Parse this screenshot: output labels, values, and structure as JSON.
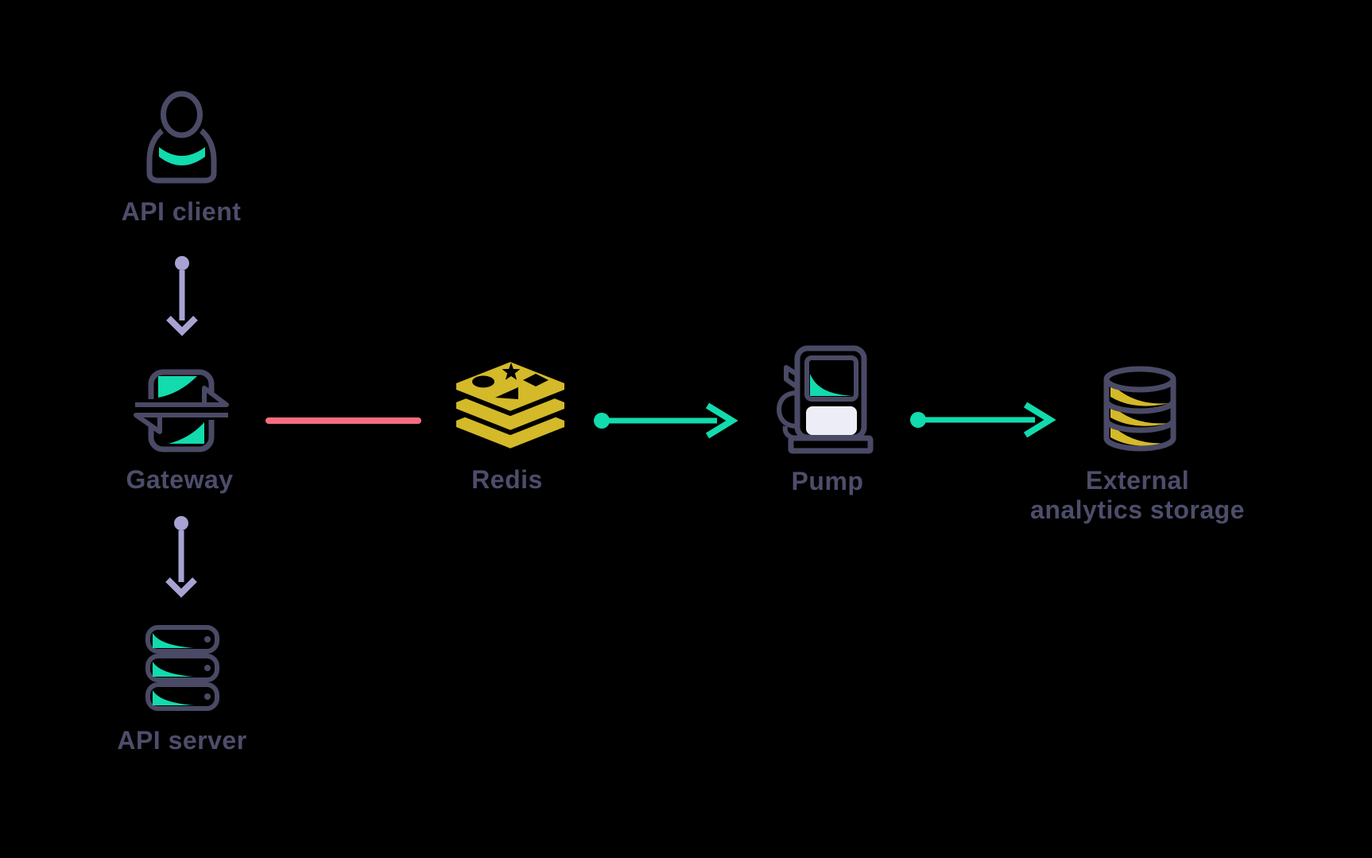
{
  "diagram": {
    "colors": {
      "background": "#000000",
      "outline": "#4A4A66",
      "label": "#4D4D6B",
      "teal": "#12DBAE",
      "lavender": "#A6A3D4",
      "red": "#FB6D7E",
      "gold": "#D4B929",
      "panel": "#EDEDF7"
    },
    "nodes": [
      {
        "id": "api-client",
        "label": "API client",
        "icon": "user-icon"
      },
      {
        "id": "gateway",
        "label": "Gateway",
        "icon": "gateway-icon"
      },
      {
        "id": "redis",
        "label": "Redis",
        "icon": "redis-icon"
      },
      {
        "id": "pump",
        "label": "Pump",
        "icon": "pump-icon"
      },
      {
        "id": "external-analytics-storage",
        "label": "External\nanalytics storage",
        "icon": "database-icon"
      },
      {
        "id": "api-server",
        "label": "API server",
        "icon": "server-icon"
      }
    ],
    "edges": [
      {
        "from": "api-client",
        "to": "gateway",
        "type": "dot-arrow",
        "color_key": "lavender"
      },
      {
        "from": "gateway",
        "to": "api-server",
        "type": "dot-arrow",
        "color_key": "lavender"
      },
      {
        "from": "gateway",
        "to": "redis",
        "type": "line",
        "color_key": "red"
      },
      {
        "from": "redis",
        "to": "pump",
        "type": "dot-arrow",
        "color_key": "teal"
      },
      {
        "from": "pump",
        "to": "external-analytics-storage",
        "type": "dot-arrow",
        "color_key": "teal"
      }
    ]
  }
}
